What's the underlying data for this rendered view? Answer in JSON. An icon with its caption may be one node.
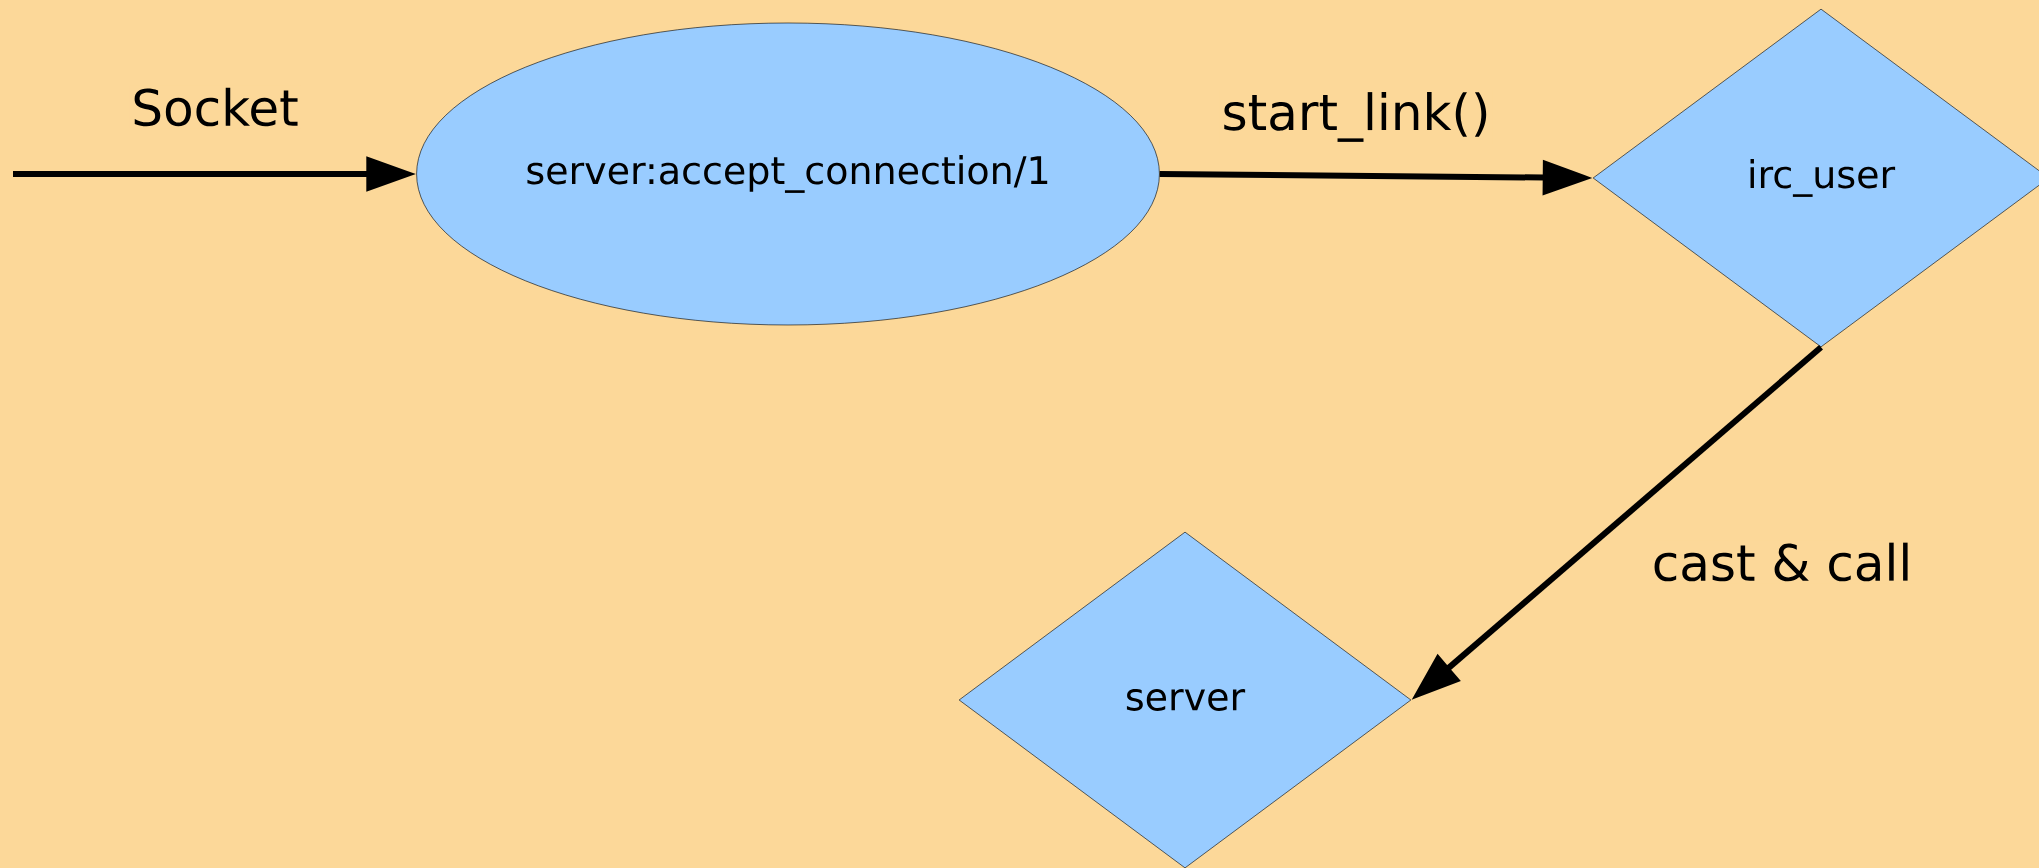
{
  "diagram": {
    "nodes": [
      {
        "text": [
          "server:accept_connection/1"
        ]
      },
      {
        "text": [
          "irc_user"
        ]
      },
      {
        "text": [
          "server"
        ]
      }
    ],
    "edges": [
      {
        "from": null,
        "to": 0,
        "arrow": "to",
        "label": "Socket"
      },
      {
        "from": 0,
        "to": 1,
        "arrow": "to",
        "label": "start_link()"
      },
      {
        "from": 1,
        "to": 2,
        "arrow": "to",
        "label": "cast & call"
      }
    ]
  }
}
